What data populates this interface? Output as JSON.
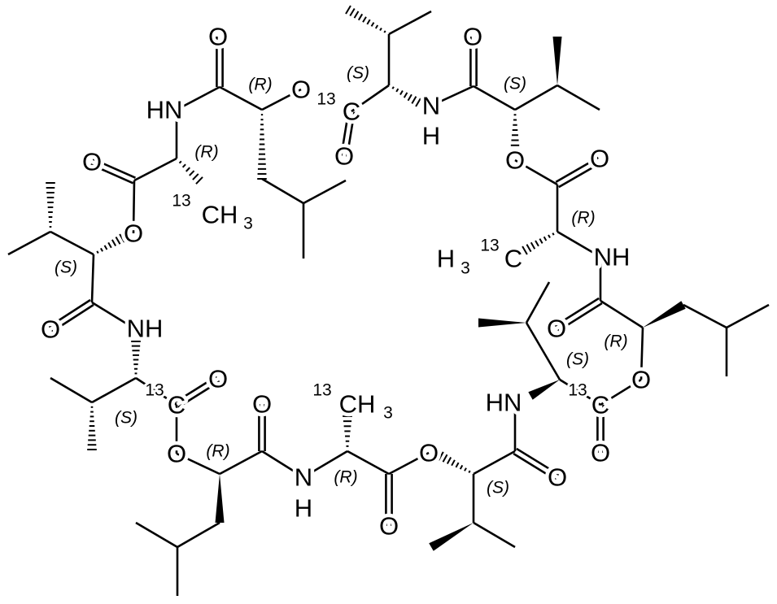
{
  "title": "Cyclic depsipeptide with 13C-labelled residues",
  "labels": {
    "oxygen": "O",
    "nitrogen": "N",
    "hydrogen": "H",
    "hn": "HN",
    "nh": "NH",
    "carbon": "C",
    "methyl_ch": "CH",
    "h3": "H",
    "subscript_3": "3",
    "isotope_13": "13"
  },
  "stereo": {
    "R": "(R)",
    "S": "(S)"
  },
  "colors": {
    "ink": "#000000",
    "background": "#ffffff"
  }
}
